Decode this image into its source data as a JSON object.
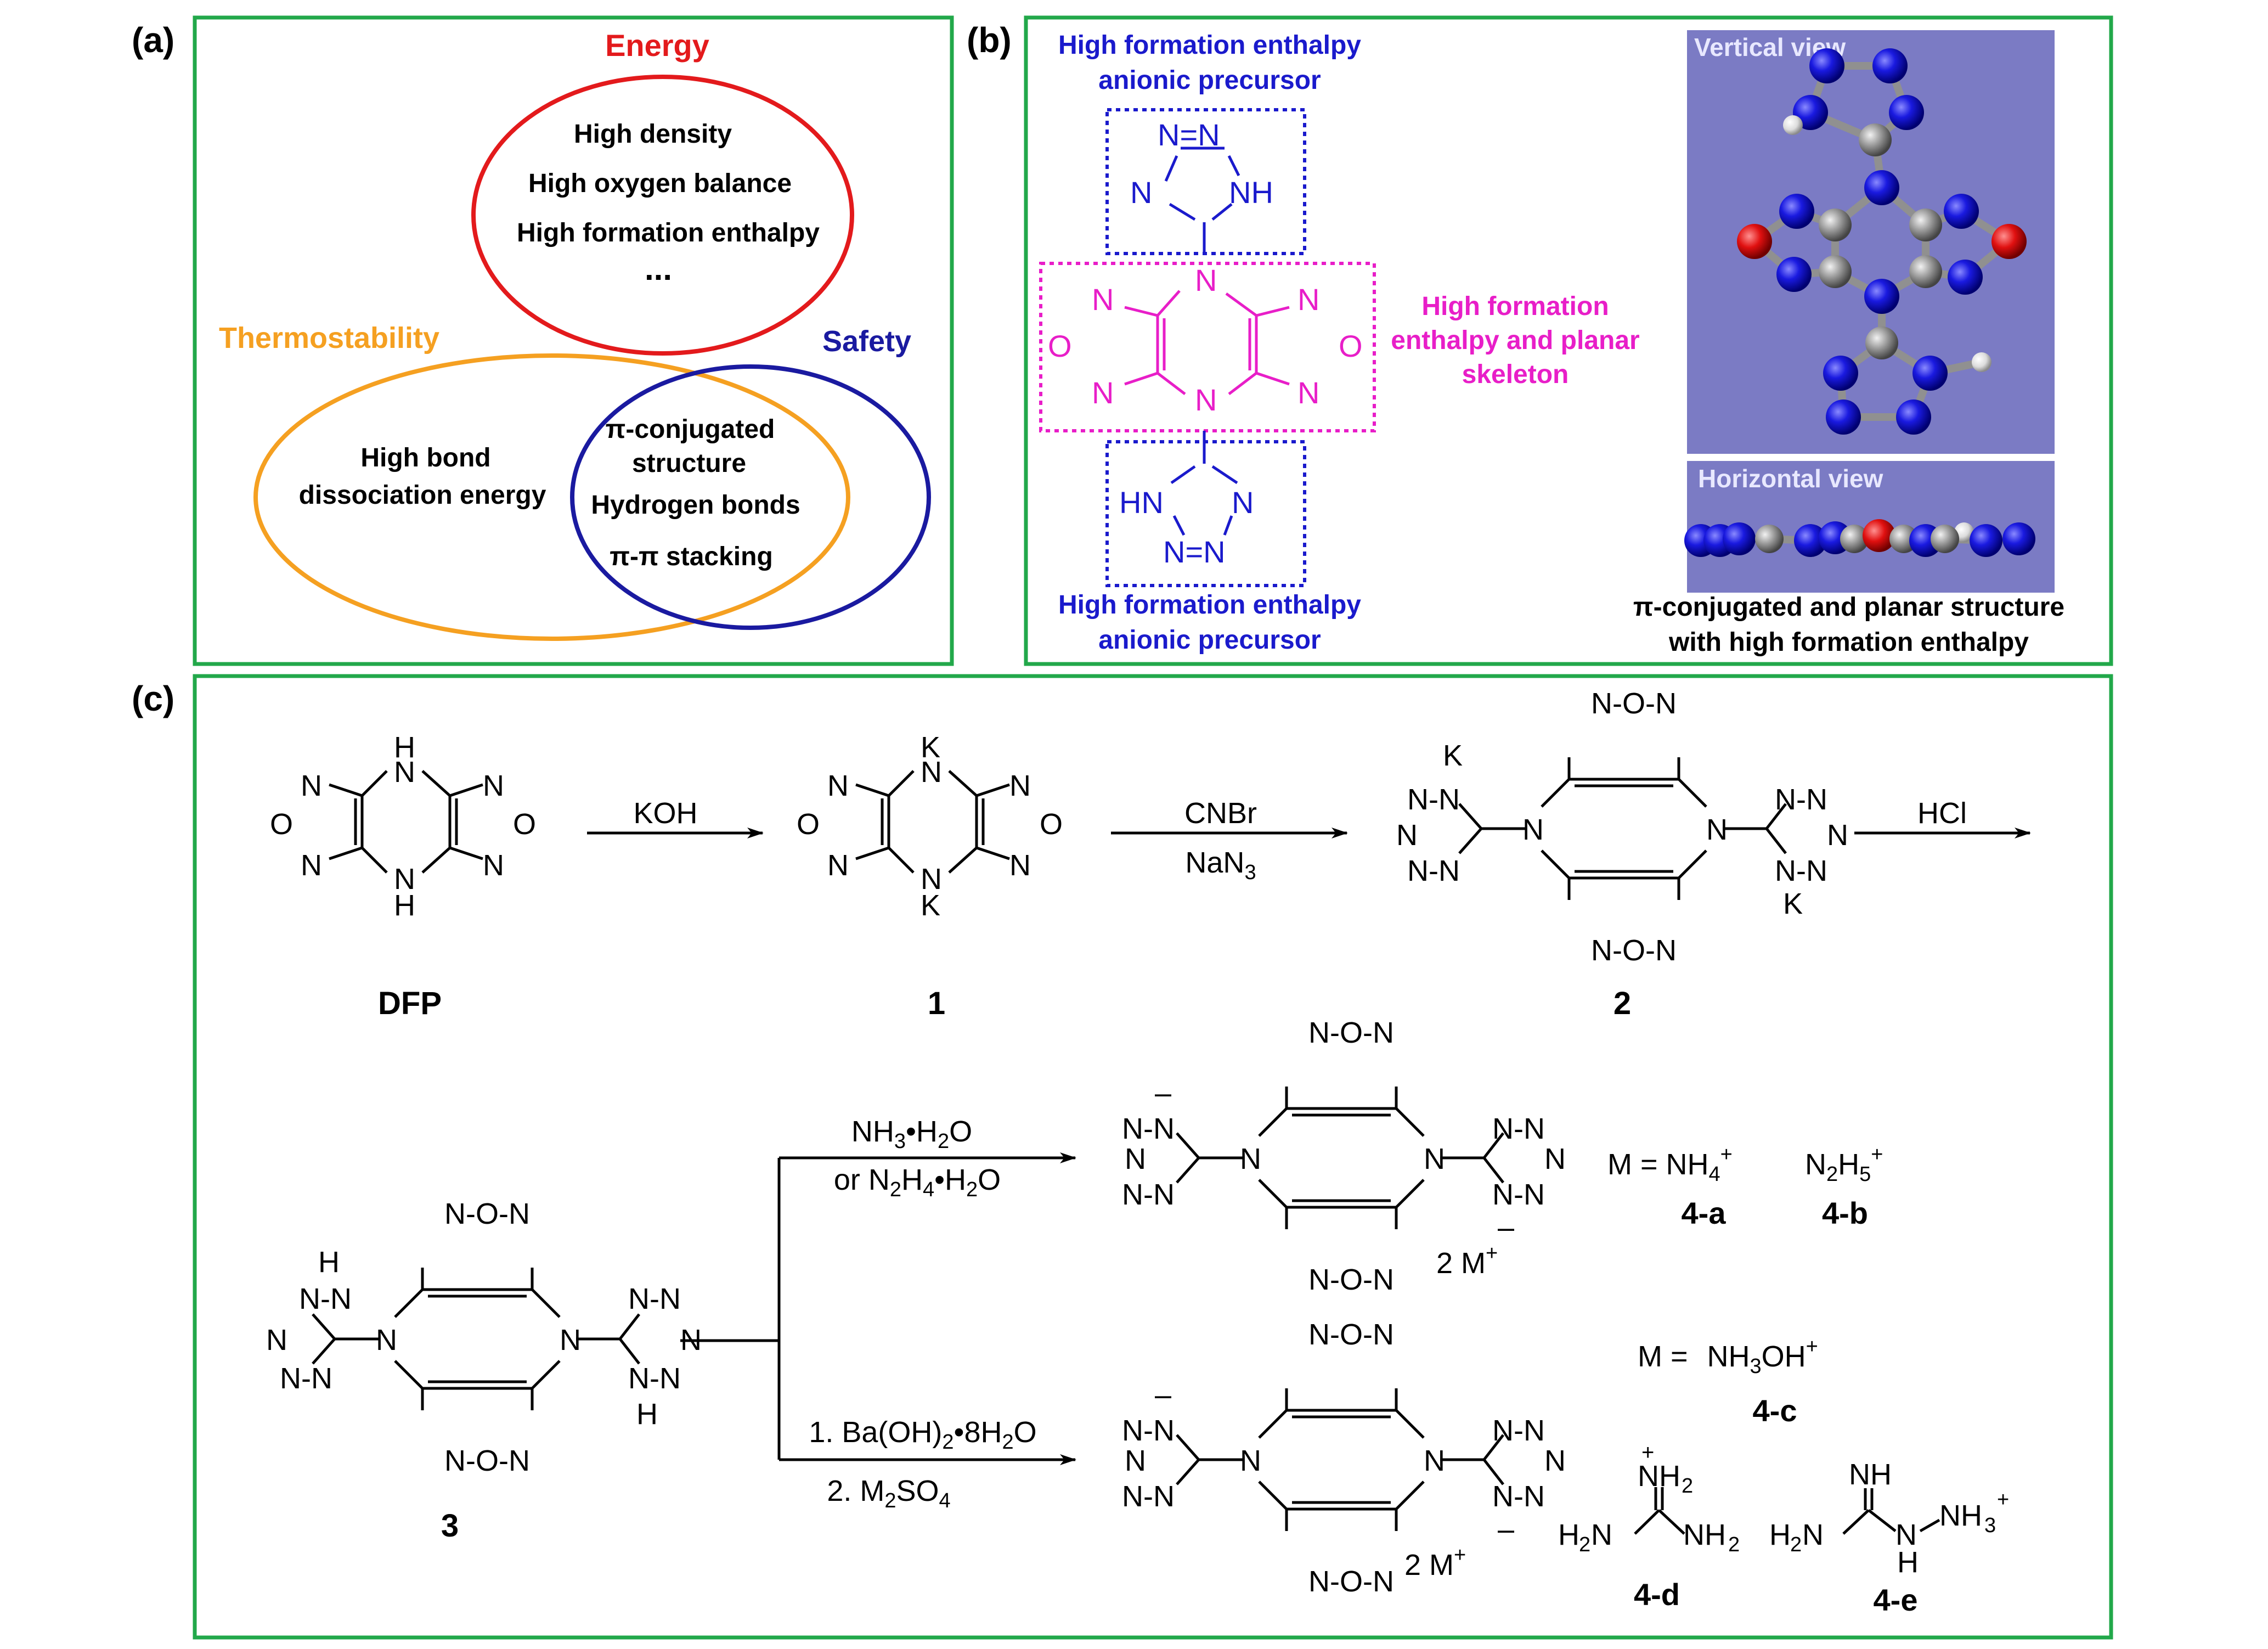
{
  "panel_labels": {
    "a": "(a)",
    "b": "(b)",
    "c": "(c)"
  },
  "colors": {
    "panel_border": "#22a84a",
    "energy": "#e31a1c",
    "thermo": "#f5a021",
    "safety": "#1a1aa0",
    "precursor": "#1a1acc",
    "skeleton": "#e81ec8",
    "view_bg": "#7b7bc4",
    "atom_n": "#1010d0",
    "atom_c": "#8c8c8c",
    "atom_o": "#d01010",
    "atom_h": "#e8e8e8"
  },
  "panel_a": {
    "energy_title": "Energy",
    "energy_items": [
      "High density",
      "High oxygen balance",
      "High formation enthalpy",
      "..."
    ],
    "thermo_title": "Thermostability",
    "thermo_items": [
      "High bond",
      "dissociation energy"
    ],
    "safety_title": "Safety",
    "overlap_items": [
      "π-conjugated",
      "structure",
      "Hydrogen bonds",
      "π-π stacking"
    ]
  },
  "panel_b": {
    "top_label": [
      "High formation enthalpy",
      "anionic precursor"
    ],
    "bottom_label": [
      "High formation enthalpy",
      "anionic precursor"
    ],
    "skeleton_label": [
      "High formation",
      "enthalpy and planar",
      "skeleton"
    ],
    "vertical_view": "Vertical view",
    "horizontal_view": "Horizontal  view",
    "caption": [
      "π-conjugated and planar structure",
      "with high formation enthalpy"
    ]
  },
  "panel_c": {
    "compounds": {
      "dfp": "DFP",
      "c1": "1",
      "c2": "2",
      "c3": "3"
    },
    "reagents": {
      "koh": "KOH",
      "cnbr": "CNBr",
      "nan3": "NaN",
      "nan3_sub": "3",
      "hcl": "HCl",
      "nh3_a": "NH",
      "nh3_sub": "3",
      "nh3_b": "•H",
      "nh3_sub2": "2",
      "nh3_c": "O",
      "or_n2h4": "or N",
      "or_sub1": "2",
      "or_h": "H",
      "or_sub2": "4",
      "or_b": "•H",
      "or_sub3": "2",
      "or_c": "O",
      "ba_a": "1. Ba(OH)",
      "ba_sub": "2",
      "ba_b": "•8H",
      "ba_sub2": "2",
      "ba_c": "O",
      "m2so4_a": "2. M",
      "m2so4_sub": "2",
      "m2so4_b": "SO",
      "m2so4_sub2": "4"
    },
    "counter_ion": "2 M",
    "counter_sup": "+",
    "products": {
      "a": "4-a",
      "b": "4-b",
      "c": "4-c",
      "d": "4-d",
      "e": "4-e",
      "m_eq": "M = ",
      "nh4": "NH",
      "nh4_sub": "4",
      "nh4_sup": "+",
      "n2h5_a": "N",
      "n2h5_sub1": "2",
      "n2h5_b": "H",
      "n2h5_sub2": "5",
      "n2h5_sup": "+",
      "m_eq2": "M =  ",
      "nh3oh_a": "NH",
      "nh3oh_sub": "3",
      "nh3oh_b": "OH",
      "nh3oh_sup": "+"
    }
  }
}
